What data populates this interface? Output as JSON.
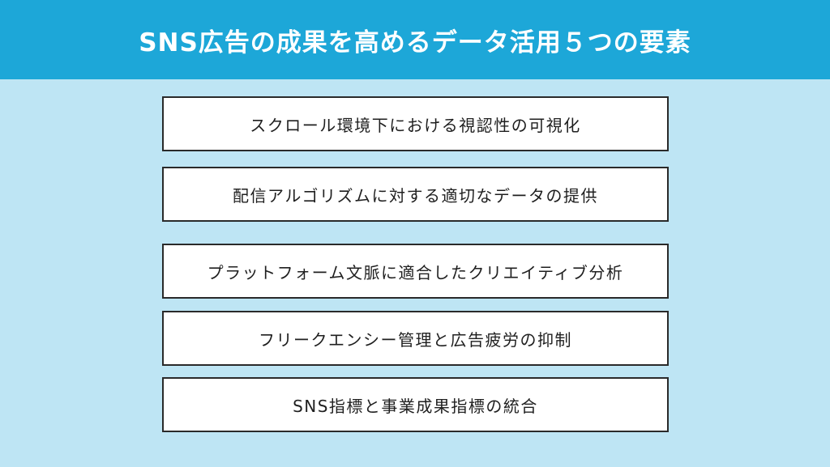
{
  "header": {
    "title": "SNS広告の成果を高めるデータ活用５つの要素"
  },
  "elements": [
    {
      "label": "スクロール環境下における視認性の可視化"
    },
    {
      "label": "配信アルゴリズムに対する適切なデータの提供"
    },
    {
      "label": "プラットフォーム文脈に適合したクリエイティブ分析"
    },
    {
      "label": "フリークエンシー管理と広告疲労の抑制"
    },
    {
      "label": "SNS指標と事業成果指標の統合"
    }
  ],
  "colors": {
    "header_bg": "#1da7d8",
    "page_bg": "#bee5f4",
    "box_bg": "#ffffff",
    "box_border": "#2a2a2a"
  }
}
